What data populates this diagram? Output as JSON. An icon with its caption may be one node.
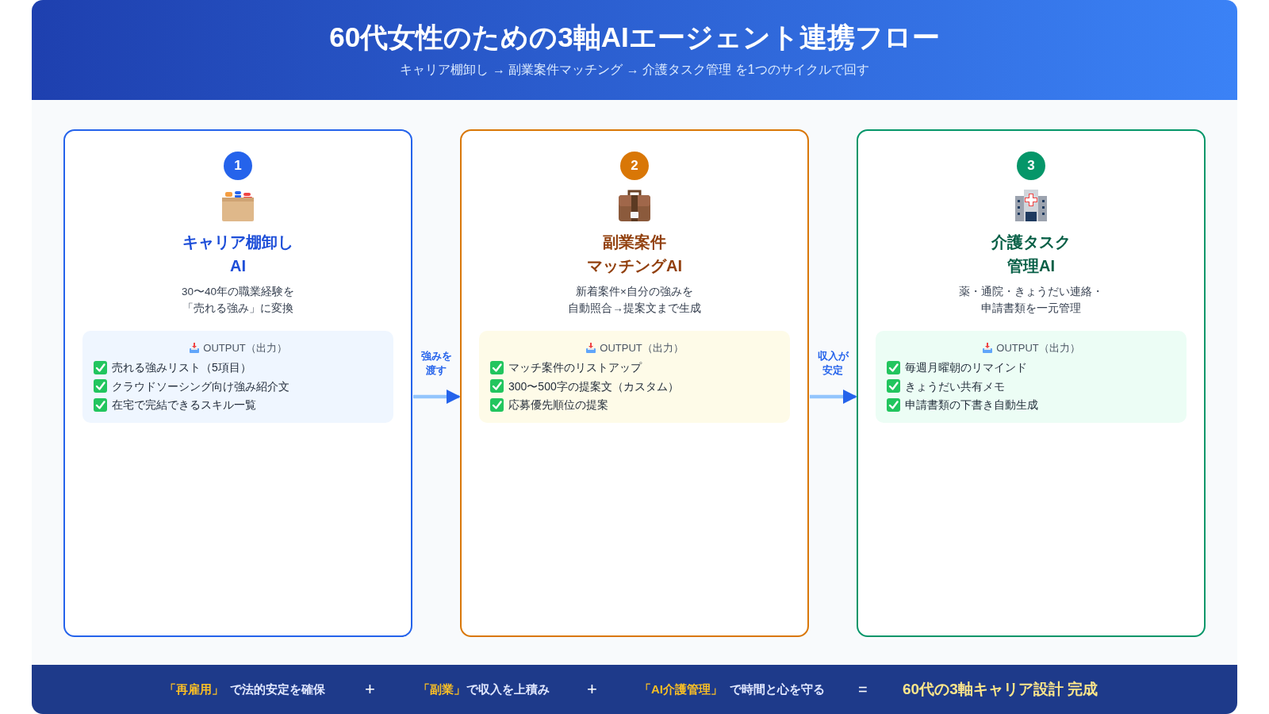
{
  "diagram": {
    "title": "60代女性のための3軸AIエージェント連携フロー",
    "nodes": [
      {
        "text": [
          "1",
          "キャリア棚卸しAI",
          "30〜40年の職業経験を「売れる強み」に変換"
        ]
      },
      {
        "text": [
          "OUTPUT（出力）",
          "売れる強みリスト（5項目）",
          "クラウドソーシング向け強み紹介文",
          "在宅で完結できるスキル一覧"
        ],
        "in": 0
      },
      {
        "text": [
          "2",
          "副業案件マッチングAI",
          "新着案件×自分の強みを自動照合→提案文まで生成"
        ]
      },
      {
        "text": [
          "OUTPUT（出力）",
          "マッチ案件のリストアップ",
          "300〜500字の提案文（カスタム）",
          "応募優先順位の提案"
        ],
        "in": 2
      },
      {
        "text": [
          "3",
          "介護タスク管理AI",
          "薬・通院・きょうだい連絡・申請書類を一元管理"
        ]
      },
      {
        "text": [
          "OUTPUT（出力）",
          "毎週月曜朝のリマインド",
          "きょうだい共有メモ",
          "申請書類の下書き自動生成"
        ],
        "in": 4
      }
    ],
    "edges": [
      {
        "from": 0,
        "to": 2,
        "arrow": "to",
        "label": "強みを渡す"
      },
      {
        "from": 2,
        "to": 4,
        "arrow": "to",
        "label": "収入が安定"
      }
    ],
    "labels": [
      "キャリア棚卸し → 副業案件マッチング → 介護タスク管理 を1つのサイクルで回す",
      "「再雇用」",
      "で法的安定を確保",
      "+",
      "「副業」",
      "で収入を上積み",
      "+",
      "「AI介護管理」",
      "で時間と心を守る",
      "=",
      "60代の3軸キャリア設計 完成"
    ]
  }
}
